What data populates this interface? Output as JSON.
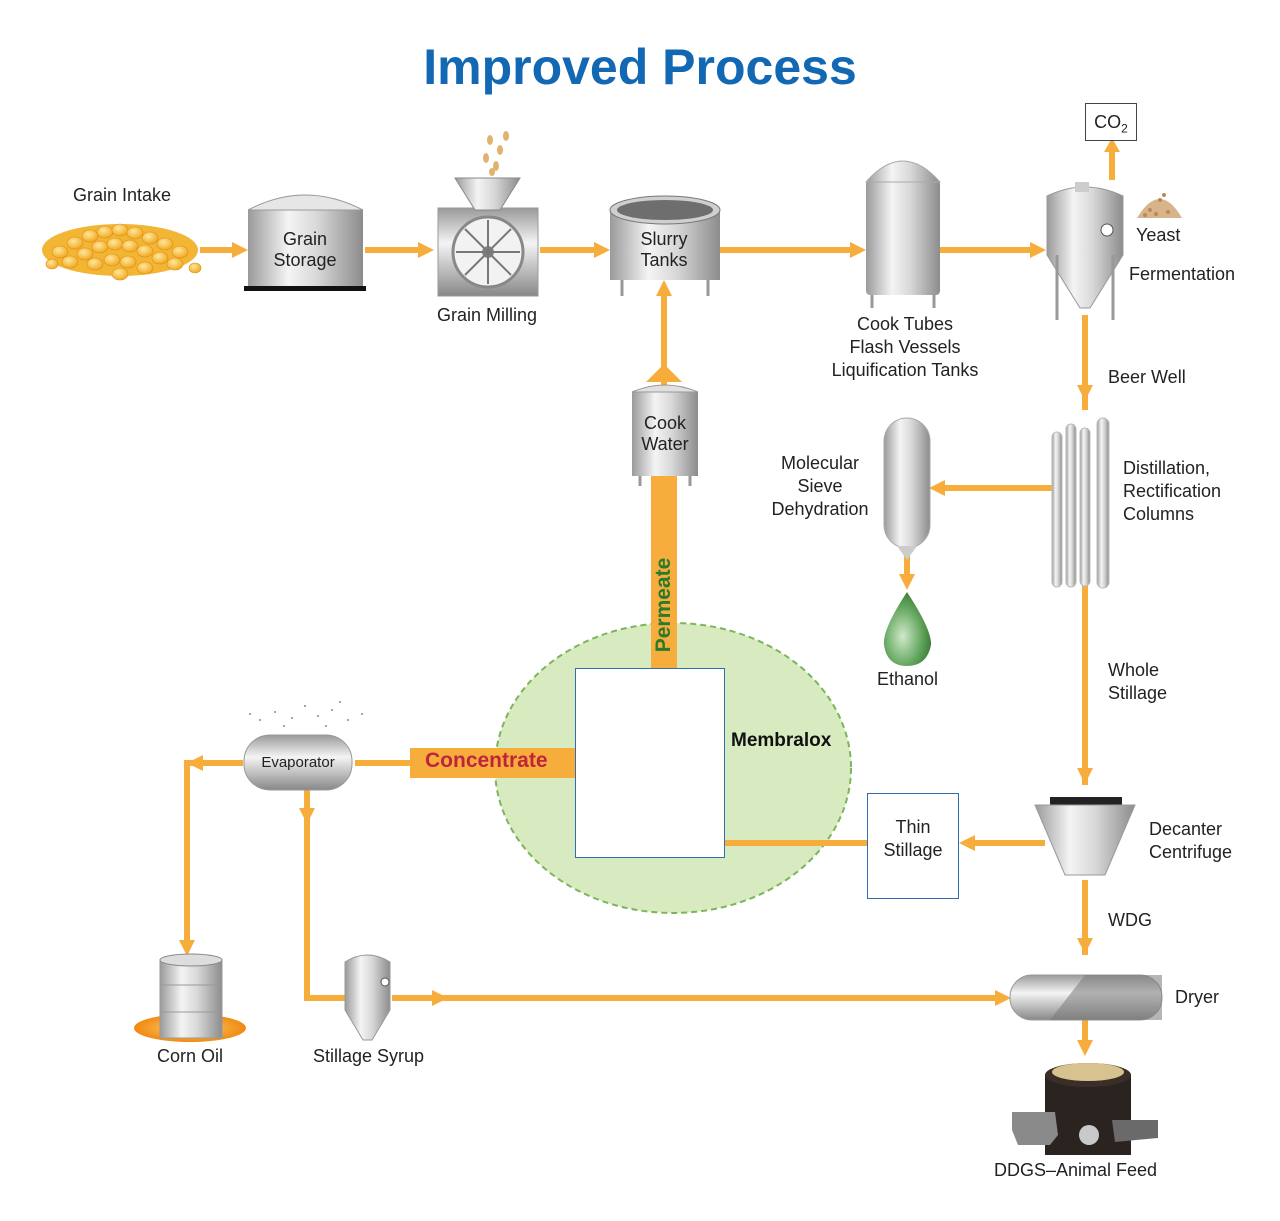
{
  "title": "Improved Process",
  "labels": {
    "grain_intake": "Grain Intake",
    "grain_storage": [
      "Grain",
      "Storage"
    ],
    "grain_milling": "Grain Milling",
    "slurry_tanks": [
      "Slurry",
      "Tanks"
    ],
    "cook_tubes": [
      "Cook Tubes",
      "Flash Vessels",
      "Liquification Tanks"
    ],
    "co2_main": "CO",
    "co2_sub": "2",
    "yeast": "Yeast",
    "fermentation": "Fermentation",
    "beer_well": "Beer Well",
    "distillation": [
      "Distillation,",
      "Rectification",
      "Columns"
    ],
    "molecular_sieve": [
      "Molecular",
      "Sieve",
      "Dehydration"
    ],
    "ethanol": "Ethanol",
    "cook_water": [
      "Cook",
      "Water"
    ],
    "permeate": "Permeate",
    "membralox": "Membralox",
    "concentrate": "Concentrate",
    "evaporator": "Evaporator",
    "whole_stillage": [
      "Whole",
      "Stillage"
    ],
    "thin_stillage": [
      "Thin",
      "Stillage"
    ],
    "decanter": [
      "Decanter",
      "Centrifuge"
    ],
    "wdg": "WDG",
    "dryer": "Dryer",
    "corn_oil": "Corn Oil",
    "stillage_syrup": "Stillage Syrup",
    "ddgs": "DDGS–Animal Feed"
  },
  "colors": {
    "flow": "#f7ad3c",
    "title": "#1268b3",
    "permeate": "#2b7a2b",
    "concentrate": "#c0243c",
    "membrane_zone": "#d8ebc0",
    "box_border": "#2f6fb0"
  }
}
